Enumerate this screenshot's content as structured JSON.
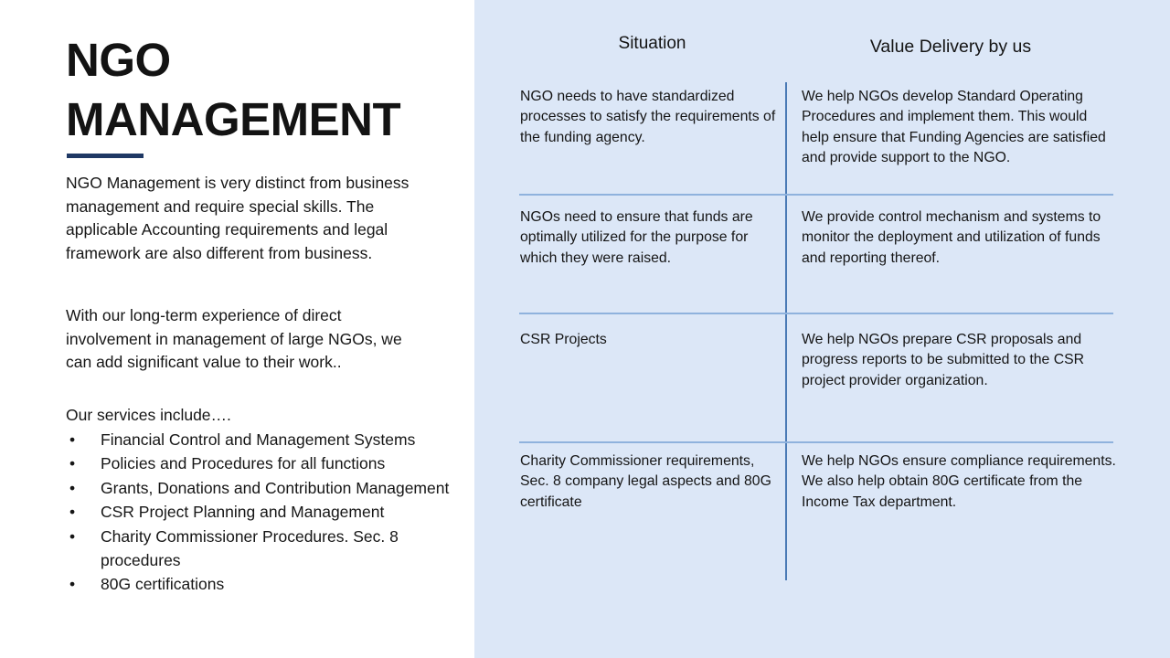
{
  "slide": {
    "title": "NGO MANAGEMENT",
    "accent_color": "#1f3864",
    "panel_color": "#dce7f7",
    "divider_color": "#4a7ab5"
  },
  "left": {
    "paragraphs": [
      "NGO Management is very distinct from business management and require special skills. The applicable Accounting requirements and legal framework are also different from business.",
      "With our long-term experience of direct involvement in management of large NGOs, we can add significant value to their work.."
    ],
    "services_intro": "Our services include….",
    "bullet_glyph": "•",
    "services": [
      "Financial Control and Management Systems",
      "Policies and Procedures for all functions",
      "Grants, Donations and Contribution Management",
      "CSR Project Planning and Management",
      "Charity Commissioner Procedures. Sec. 8 procedures",
      "80G certifications"
    ]
  },
  "table": {
    "headers": {
      "situation": "Situation",
      "value": "Value Delivery by us"
    },
    "rows": [
      {
        "situation": "NGO needs to have standardized processes to satisfy the requirements of the funding agency.",
        "value": "We help NGOs develop Standard Operating Procedures and implement them. This would help ensure that Funding Agencies are satisfied and provide support to the NGO."
      },
      {
        "situation": "NGOs need to ensure that funds are optimally utilized for the purpose for which they were raised.",
        "value": "We provide control mechanism and systems to monitor the deployment and utilization of funds and reporting thereof."
      },
      {
        "situation": "CSR Projects",
        "value": "We help NGOs prepare CSR proposals and progress reports to be submitted to the CSR project provider organization."
      },
      {
        "situation": "Charity Commissioner requirements, Sec. 8 company legal aspects and 80G certificate",
        "value": "We help NGOs ensure compliance requirements. We also help obtain 80G certificate from the Income Tax department."
      }
    ]
  }
}
